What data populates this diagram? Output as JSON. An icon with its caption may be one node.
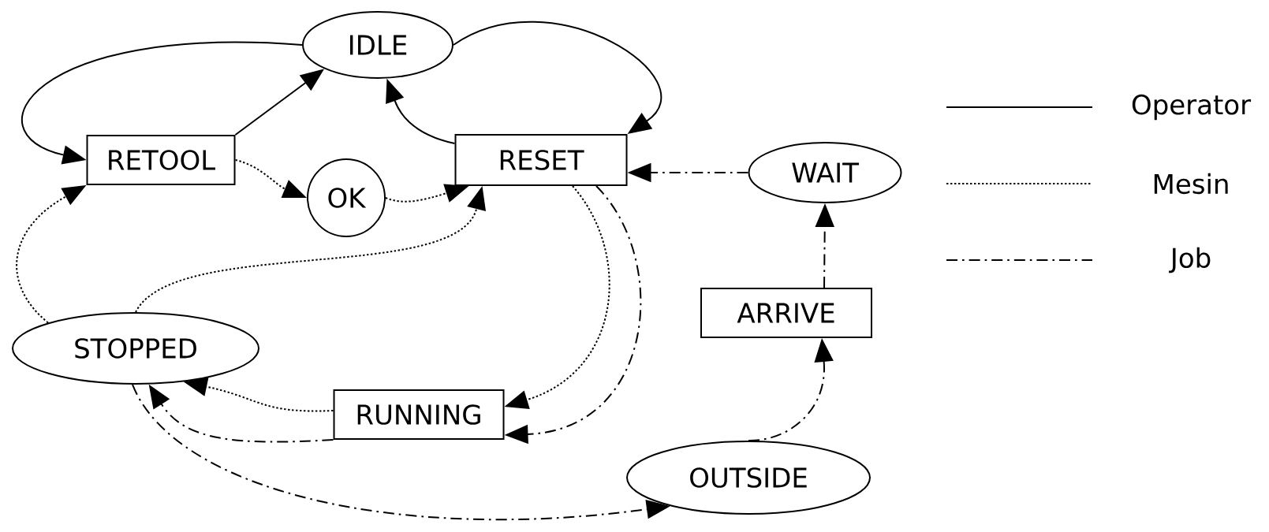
{
  "diagram": {
    "nodes": [
      {
        "text": [
          "IDLE"
        ]
      },
      {
        "text": [
          "RETOOL"
        ]
      },
      {
        "text": [
          "RESET"
        ]
      },
      {
        "text": [
          "OK"
        ]
      },
      {
        "text": [
          "WAIT"
        ]
      },
      {
        "text": [
          "STOPPED"
        ]
      },
      {
        "text": [
          "RUNNING"
        ]
      },
      {
        "text": [
          "ARRIVE"
        ]
      },
      {
        "text": [
          "OUTSIDE"
        ]
      }
    ],
    "edges": [
      {
        "from": 0,
        "to": 1,
        "arrow": "to"
      },
      {
        "from": 1,
        "to": 0,
        "arrow": "to"
      },
      {
        "from": 0,
        "to": 2,
        "arrow": "to"
      },
      {
        "from": 2,
        "to": 0,
        "arrow": "to"
      },
      {
        "from": 1,
        "to": 3,
        "arrow": "to",
        "style": "dashed"
      },
      {
        "from": 3,
        "to": 2,
        "arrow": "to",
        "style": "dashed"
      },
      {
        "from": 5,
        "to": 1,
        "arrow": "to",
        "style": "dashed"
      },
      {
        "from": 5,
        "to": 2,
        "arrow": "to",
        "style": "dashed"
      },
      {
        "from": 2,
        "to": 6,
        "arrow": "to",
        "style": "dashed"
      },
      {
        "from": 6,
        "to": 5,
        "arrow": "to",
        "style": "dashed"
      },
      {
        "from": 2,
        "to": 6,
        "arrow": "to",
        "style": "dashed"
      },
      {
        "from": 6,
        "to": 5,
        "arrow": "to",
        "style": "dashed"
      },
      {
        "from": 5,
        "to": 8,
        "arrow": "to",
        "style": "dashed"
      },
      {
        "from": 8,
        "to": 7,
        "arrow": "to",
        "style": "dashed"
      },
      {
        "from": 7,
        "to": 4,
        "arrow": "to",
        "style": "dashed"
      },
      {
        "from": 4,
        "to": 2,
        "arrow": "to",
        "style": "dashed"
      }
    ],
    "legend": [
      {
        "text": "Operator"
      },
      {
        "text": "Mesin"
      },
      {
        "text": "Job"
      }
    ]
  }
}
